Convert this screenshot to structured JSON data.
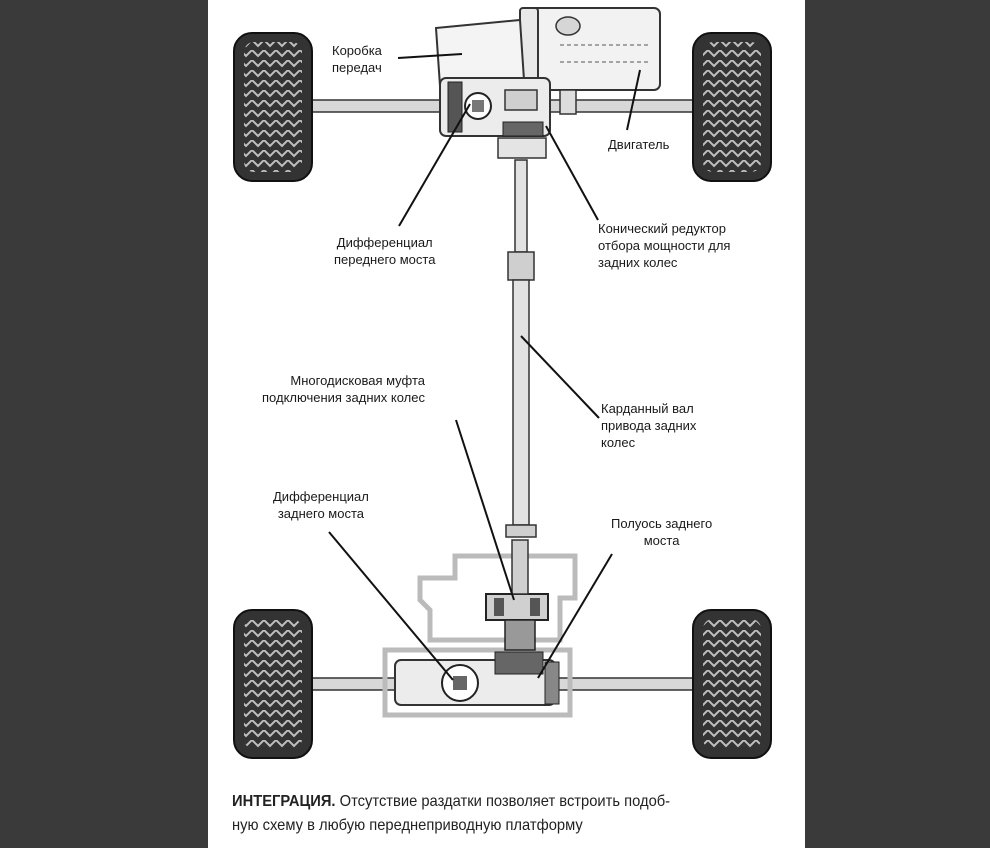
{
  "labels": {
    "gearbox": "Коробка\nпередач",
    "engine": "Двигатель",
    "front_diff": "Дифференциал\nпереднего моста",
    "bevel_gear": "Конический редуктор\nотбора мощности для\nзадних колес",
    "multidisc_clutch": "Многодисковая муфта\nподключения задних колес",
    "driveshaft": "Карданный вал\nпривода задних\nколес",
    "rear_diff": "Дифференциал\nзаднего моста",
    "rear_halfshaft": "Полуось заднего\nмоста"
  },
  "caption": {
    "bold": "ИНТЕГРАЦИЯ.",
    "text": " Отсутствие раздатки позволяет встроить подоб-\nную схему в любую переднеприводную платформу"
  }
}
